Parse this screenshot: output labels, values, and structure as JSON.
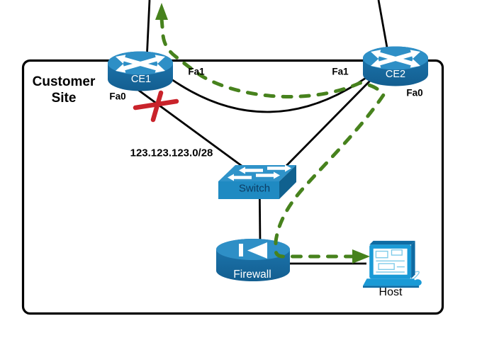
{
  "diagram": {
    "site_box_label": "Customer Site",
    "subnet_label": "123.123.123.0/28",
    "devices": {
      "ce1": "CE1",
      "ce2": "CE2",
      "switch": "Switch",
      "firewall": "Firewall",
      "host": "Host"
    },
    "interfaces": {
      "ce1_fa1": "Fa1",
      "ce1_fa0": "Fa0",
      "ce2_fa1": "Fa1",
      "ce2_fa0": "Fa0"
    }
  },
  "icons": {
    "ce1": "router-icon",
    "ce2": "router-icon",
    "switch": "switch-icon",
    "firewall": "firewall-icon",
    "host": "host-workstation-icon",
    "failed_link": "red-x-failure-icon",
    "traffic_path": "green-dashed-path-arrows"
  },
  "colors": {
    "link": "#000000",
    "label": "#000000",
    "path_green": "#47821d",
    "alert_red": "#c9232b",
    "device_top": "#2e8fc6",
    "device_body": "#1e7ab3",
    "device_dark": "#135e90",
    "device_label": "#ffffff",
    "switch_top": "#2f93c9",
    "switch_front": "#1f8ac2",
    "switch_side": "#10618f",
    "switch_text": "#0c3c63",
    "host_blue": "#1a9ad6",
    "host_dark": "#0e6ba3",
    "screen_line": "#7ecbe9"
  }
}
